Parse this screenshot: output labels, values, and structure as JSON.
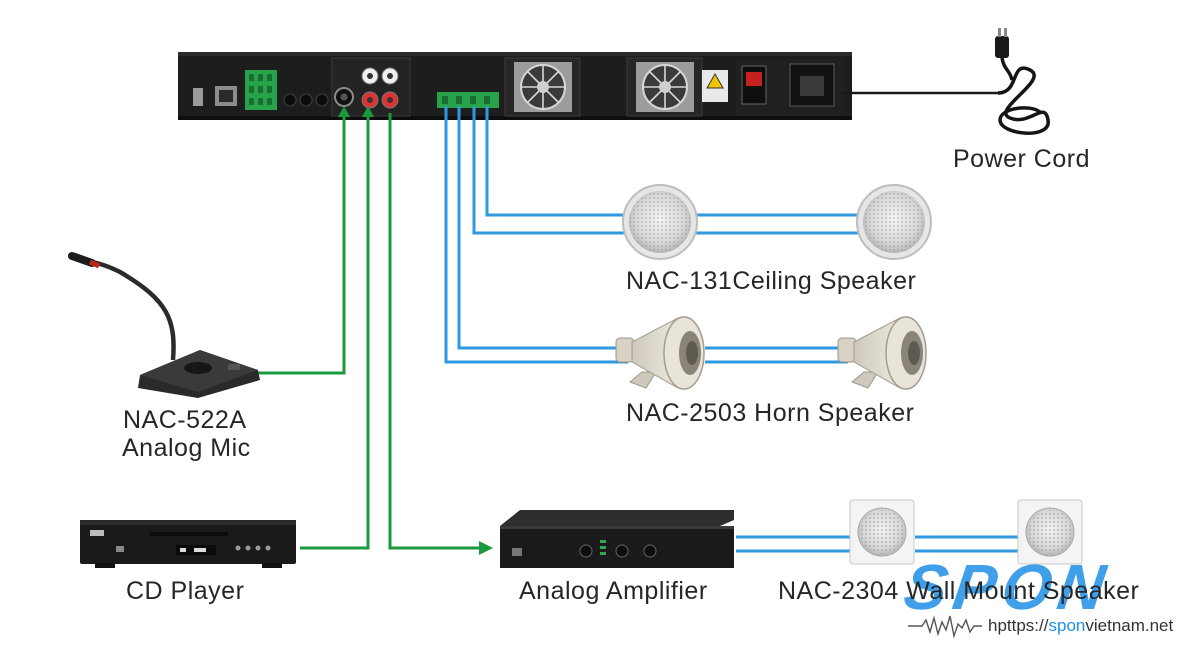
{
  "labels": {
    "power_cord": "Power Cord",
    "ceiling_speaker": "NAC-131Ceiling Speaker",
    "horn_speaker": "NAC-2503 Horn Speaker",
    "mic_model": "NAC-522A",
    "mic_type": "Analog Mic",
    "cd_player": "CD Player",
    "amplifier": "Analog Amplifier",
    "wall_speaker": "NAC-2304 Wall Mount Speaker"
  },
  "watermark": {
    "brand": "SPON",
    "url_prefix": "hpttps://",
    "url_accent": "spon",
    "url_suffix": "vietnam.net"
  },
  "colors": {
    "signal_line": "#1a9a3c",
    "speaker_line": "#2f9ae0",
    "device_body": "#1c1c1c",
    "brand_blue": "#1f8fe6"
  }
}
